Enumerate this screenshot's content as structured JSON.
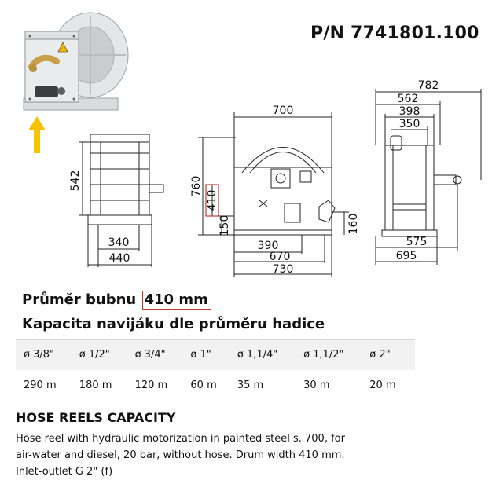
{
  "part_number": "P/N 7741801.100",
  "drawing": {
    "side_view": {
      "height": "542",
      "base_width_inner": "340",
      "base_width_outer": "440"
    },
    "front_view": {
      "width_top": "700",
      "height_total": "760",
      "drum": "410",
      "height_low": "150",
      "height_right": "160",
      "bottom_1": "390",
      "bottom_2": "670",
      "bottom_3": "730"
    },
    "right_view": {
      "width_1": "782",
      "width_2": "562",
      "width_3": "398",
      "width_4": "350",
      "bottom_1": "575",
      "bottom_2": "695"
    }
  },
  "drum": {
    "label": "Průměr bubnu",
    "value": "410 mm"
  },
  "capacity_title": "Kapacita navijáku dle průměru hadice",
  "capacity_table": {
    "diameters": [
      "ø 3/8\"",
      "ø 1/2\"",
      "ø 3/4\"",
      "ø 1\"",
      "ø 1,1/4\"",
      "ø 1,1/2\"",
      "ø 2\""
    ],
    "lengths": [
      "290 m",
      "180 m",
      "120 m",
      "60 m",
      "35 m",
      "30 m",
      "20 m"
    ]
  },
  "english_title": "HOSE REELS CAPACITY",
  "description": "Hose reel with hydraulic motorization in painted steel s. 700, for air-water and diesel, 20 bar, without hose. Drum width 410 mm. Inlet-outlet G 2\" (f)",
  "colors": {
    "highlight": "#c0392b",
    "arrow": "#f5c400",
    "reel_grey": "#cfd3d6",
    "brass": "#c9a04a"
  }
}
